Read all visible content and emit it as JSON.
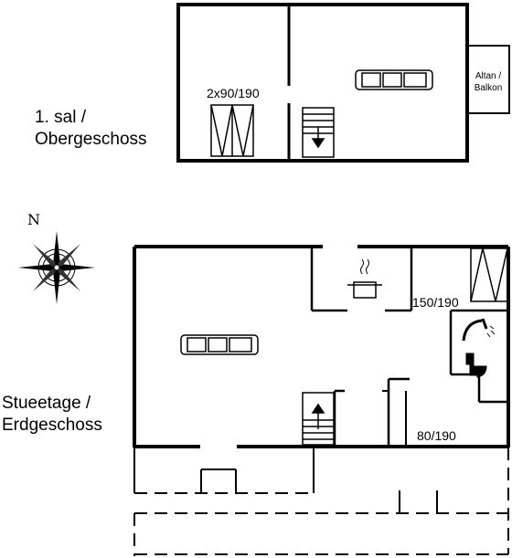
{
  "floors": {
    "upper": {
      "label_line1": "1. sal /",
      "label_line2": "Obergeschoss"
    },
    "ground": {
      "label_line1": "Stueetage /",
      "label_line2": "Erdgeschoss"
    }
  },
  "compass": {
    "north": "N"
  },
  "balcony": {
    "line1": "Altan /",
    "line2": "Balkon"
  },
  "beds": {
    "upper_bed": "2x90/190",
    "ground_bed_1": "150/190",
    "ground_bed_2": "80/190"
  },
  "colors": {
    "walls": "#000000",
    "background": "#ffffff"
  },
  "icons": [
    "sofa-icon",
    "stairs-icon",
    "bed-icon",
    "pot-icon",
    "shower-icon",
    "toilet-icon",
    "compass-rose-icon"
  ]
}
